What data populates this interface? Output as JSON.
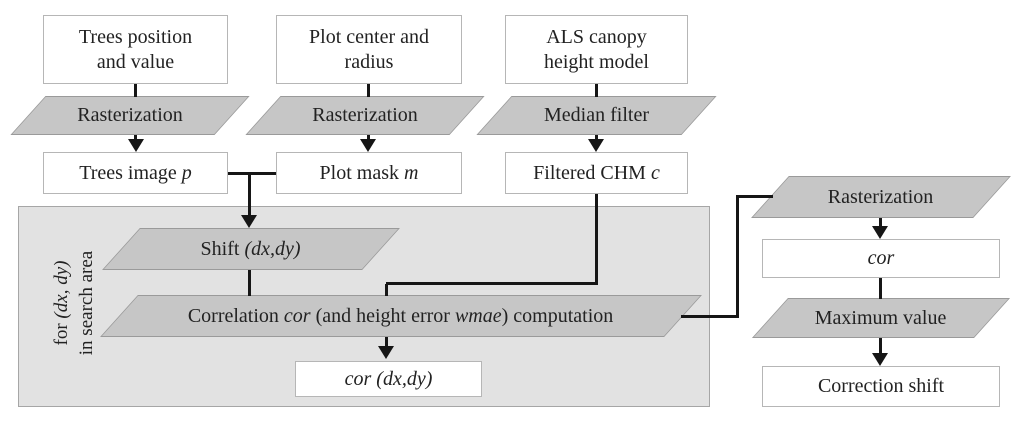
{
  "colors": {
    "parallelogram_fill": "#c6c6c6",
    "parallelogram_border": "#9a9a9a",
    "loop_container_fill": "#e2e2e2",
    "loop_container_border": "#a6a6a6",
    "box_border": "#b6b6b6",
    "connector_line": "#161616",
    "text": "#222222"
  },
  "nodes": {
    "trees_input": {
      "line1": "Trees position",
      "line2": "and value"
    },
    "plot_input": {
      "line1": "Plot center and",
      "line2": "radius"
    },
    "als_input": {
      "line1": "ALS canopy",
      "line2": "height model"
    },
    "raster1": {
      "label": "Rasterization"
    },
    "raster2": {
      "label": "Rasterization"
    },
    "median": {
      "label": "Median filter"
    },
    "trees_image": {
      "text": "Trees image ",
      "em": "p"
    },
    "plot_mask": {
      "text": "Plot mask ",
      "em": "m"
    },
    "filtered_chm": {
      "text": "Filtered CHM ",
      "em": "c"
    },
    "shift": {
      "text": "Shift ",
      "em": "(dx,dy)"
    },
    "correlation": {
      "t1": "Correlation ",
      "e1": "cor",
      "t2": " (and height error ",
      "e2": "wmae",
      "t3": ") computation"
    },
    "cor_dxdy": {
      "em": "cor (dx,dy)"
    },
    "raster_right": {
      "label": "Rasterization"
    },
    "cor": {
      "em": "cor"
    },
    "max_value": {
      "label": "Maximum value"
    },
    "correction_shift": {
      "label": "Correction shift"
    }
  },
  "loop": {
    "line1_text": "for ",
    "line1_em": "(dx, dy)",
    "line2": "in search area"
  }
}
